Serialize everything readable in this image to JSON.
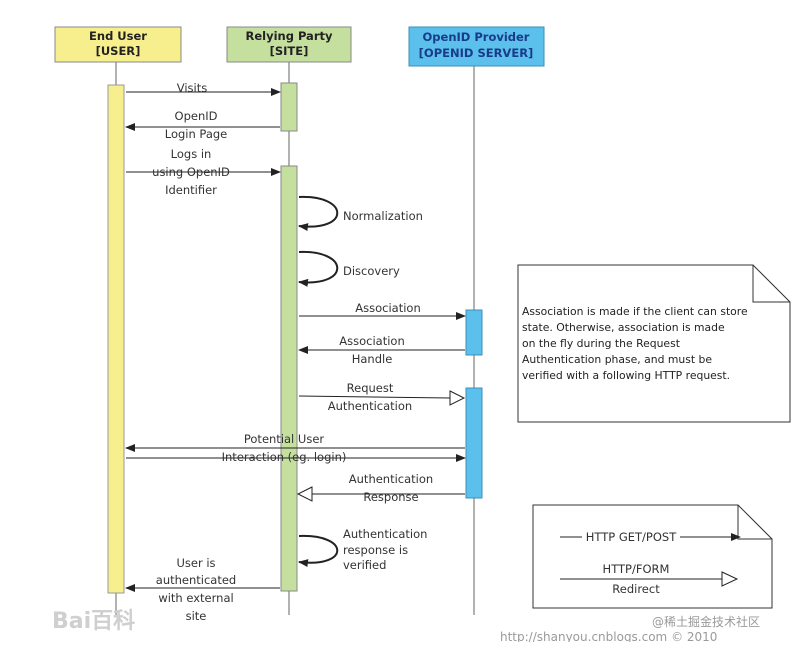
{
  "participants": {
    "user": {
      "title": "End User",
      "subtitle": "[USER]",
      "color": "#f7ef8e"
    },
    "site": {
      "title": "Relying Party",
      "subtitle": "[SITE]",
      "color": "#c5e09e"
    },
    "provider": {
      "title": "OpenID Provider",
      "subtitle": "[OPENID SERVER]",
      "color": "#5bc0eb"
    }
  },
  "messages": {
    "visits": "Visits",
    "login_page_1": "OpenID",
    "login_page_2": "Login Page",
    "logs_in_1": "Logs in",
    "logs_in_2": "using OpenID",
    "logs_in_3": "Identifier",
    "normalization": "Normalization",
    "discovery": "Discovery",
    "association": "Association",
    "assoc_handle_1": "Association",
    "assoc_handle_2": "Handle",
    "request_auth_1": "Request",
    "request_auth_2": "Authentication",
    "potential_user": "Potential User",
    "interaction": "Interaction (eg. login)",
    "auth_response_1": "Authentication",
    "auth_response_2": "Response",
    "verified_1": "Authentication",
    "verified_2": "response is",
    "verified_3": "verified",
    "authenticated_1": "User is",
    "authenticated_2": "authenticated",
    "authenticated_3": "with external",
    "authenticated_4": "site"
  },
  "note": {
    "lines": [
      "Association is made if the client can store",
      "state. Otherwise, association is made",
      "on the fly during the Request",
      "Authentication phase, and must be",
      "verified with a following HTTP request."
    ]
  },
  "legend": {
    "get_post": "HTTP GET/POST",
    "form_redirect_1": "HTTP/FORM",
    "form_redirect_2": "Redirect"
  },
  "watermarks": {
    "baidu": "Bai百科",
    "site_cn": "@稀土掘金技术社区",
    "url": "http://shanyou.cnblogs.com © 2010"
  }
}
